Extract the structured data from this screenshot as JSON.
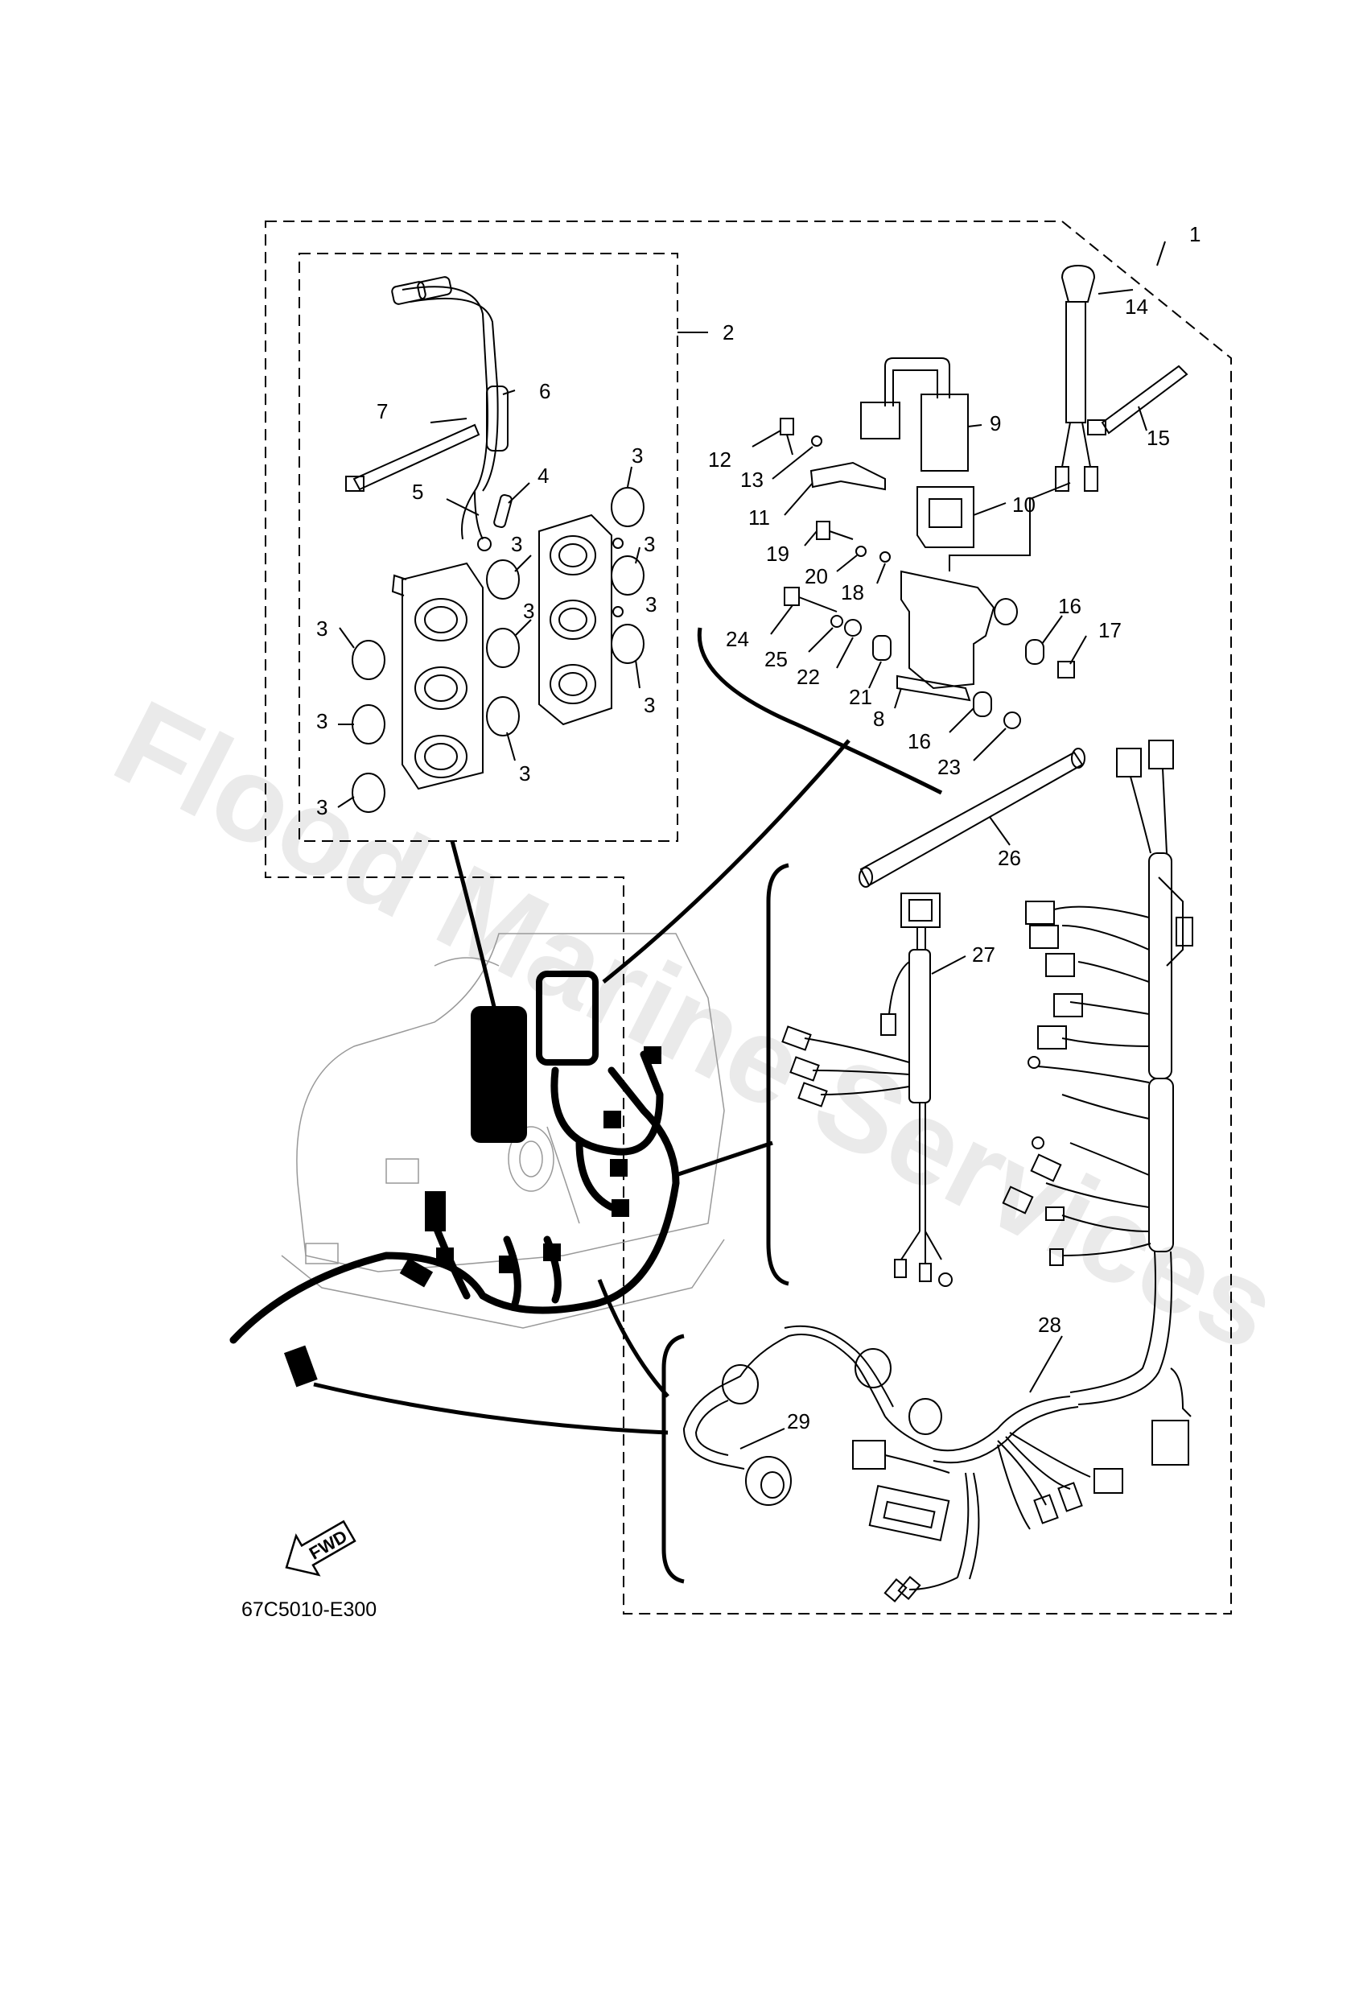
{
  "watermark": "Flood Marine Services",
  "drawing_code": "67C5010-E300",
  "fwd_label": "FWD",
  "callouts": [
    {
      "id": "c1",
      "text": "1"
    },
    {
      "id": "c2",
      "text": "2"
    },
    {
      "id": "c3a",
      "text": "3"
    },
    {
      "id": "c3b",
      "text": "3"
    },
    {
      "id": "c3c",
      "text": "3"
    },
    {
      "id": "c3d",
      "text": "3"
    },
    {
      "id": "c3e",
      "text": "3"
    },
    {
      "id": "c3f",
      "text": "3"
    },
    {
      "id": "c3g",
      "text": "3"
    },
    {
      "id": "c3h",
      "text": "3"
    },
    {
      "id": "c3i",
      "text": "3"
    },
    {
      "id": "c3j",
      "text": "3"
    },
    {
      "id": "c4",
      "text": "4"
    },
    {
      "id": "c5",
      "text": "5"
    },
    {
      "id": "c6",
      "text": "6"
    },
    {
      "id": "c7",
      "text": "7"
    },
    {
      "id": "c8",
      "text": "8"
    },
    {
      "id": "c9",
      "text": "9"
    },
    {
      "id": "c10",
      "text": "10"
    },
    {
      "id": "c11",
      "text": "11"
    },
    {
      "id": "c12",
      "text": "12"
    },
    {
      "id": "c13",
      "text": "13"
    },
    {
      "id": "c14",
      "text": "14"
    },
    {
      "id": "c15",
      "text": "15"
    },
    {
      "id": "c16a",
      "text": "16"
    },
    {
      "id": "c16b",
      "text": "16"
    },
    {
      "id": "c17",
      "text": "17"
    },
    {
      "id": "c18",
      "text": "18"
    },
    {
      "id": "c19",
      "text": "19"
    },
    {
      "id": "c20",
      "text": "20"
    },
    {
      "id": "c21",
      "text": "21"
    },
    {
      "id": "c22",
      "text": "22"
    },
    {
      "id": "c23",
      "text": "23"
    },
    {
      "id": "c24",
      "text": "24"
    },
    {
      "id": "c25",
      "text": "25"
    },
    {
      "id": "c26",
      "text": "26"
    },
    {
      "id": "c27",
      "text": "27"
    },
    {
      "id": "c28",
      "text": "28"
    },
    {
      "id": "c29",
      "text": "29"
    }
  ]
}
